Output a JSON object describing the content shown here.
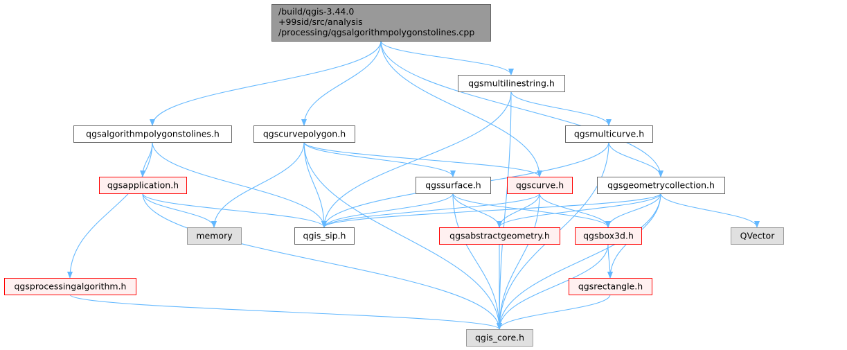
{
  "colors": {
    "edge": "#63b8ff",
    "root_fill": "#999999",
    "root_stroke": "#666666",
    "normal_fill": "#ffffff",
    "normal_stroke": "#666666",
    "red_fill": "#fff0f0",
    "red_stroke": "#ff0000",
    "gray_fill": "#e0e0e0",
    "gray_stroke": "#999999",
    "text": "#000000"
  },
  "nodes": [
    {
      "id": "root",
      "style": "root",
      "lines": [
        "/build/qgis-3.44.0",
        "+99sid/src/analysis",
        "/processing/qgsalgorithmpolygonstolines.cpp"
      ],
      "interactable": false
    },
    {
      "id": "qgsmultilinestring",
      "style": "normal",
      "lines": [
        "qgsmultilinestring.h"
      ],
      "interactable": true
    },
    {
      "id": "qgsalgorithmpolygonstolines",
      "style": "normal",
      "lines": [
        "qgsalgorithmpolygonstolines.h"
      ],
      "interactable": true
    },
    {
      "id": "qgscurvepolygon",
      "style": "normal",
      "lines": [
        "qgscurvepolygon.h"
      ],
      "interactable": true
    },
    {
      "id": "qgsmulticurve",
      "style": "normal",
      "lines": [
        "qgsmulticurve.h"
      ],
      "interactable": true
    },
    {
      "id": "qgsapplication",
      "style": "red",
      "lines": [
        "qgsapplication.h"
      ],
      "interactable": true
    },
    {
      "id": "qgssurface",
      "style": "normal",
      "lines": [
        "qgssurface.h"
      ],
      "interactable": true
    },
    {
      "id": "qgscurve",
      "style": "red",
      "lines": [
        "qgscurve.h"
      ],
      "interactable": true
    },
    {
      "id": "qgsgeometrycollection",
      "style": "normal",
      "lines": [
        "qgsgeometrycollection.h"
      ],
      "interactable": true
    },
    {
      "id": "memory",
      "style": "gray",
      "lines": [
        "memory"
      ],
      "interactable": false
    },
    {
      "id": "qgis_sip",
      "style": "normal",
      "lines": [
        "qgis_sip.h"
      ],
      "interactable": true
    },
    {
      "id": "qgsabstractgeometry",
      "style": "red",
      "lines": [
        "qgsabstractgeometry.h"
      ],
      "interactable": true
    },
    {
      "id": "qgsbox3d",
      "style": "red",
      "lines": [
        "qgsbox3d.h"
      ],
      "interactable": true
    },
    {
      "id": "QVector",
      "style": "gray",
      "lines": [
        "QVector"
      ],
      "interactable": false
    },
    {
      "id": "qgsprocessingalgorithm",
      "style": "red",
      "lines": [
        "qgsprocessingalgorithm.h"
      ],
      "interactable": true
    },
    {
      "id": "qgsrectangle",
      "style": "red",
      "lines": [
        "qgsrectangle.h"
      ],
      "interactable": true
    },
    {
      "id": "qgis_core",
      "style": "gray",
      "lines": [
        "qgis_core.h"
      ],
      "interactable": false
    }
  ],
  "edges": [
    [
      "root",
      "qgsalgorithmpolygonstolines"
    ],
    [
      "root",
      "qgscurvepolygon"
    ],
    [
      "root",
      "qgsmultilinestring"
    ],
    [
      "root",
      "qgscurve"
    ],
    [
      "root",
      "qgsgeometrycollection"
    ],
    [
      "qgsmultilinestring",
      "qgsmulticurve"
    ],
    [
      "qgsmultilinestring",
      "qgis_sip"
    ],
    [
      "qgsmultilinestring",
      "qgis_core"
    ],
    [
      "qgsalgorithmpolygonstolines",
      "qgsapplication"
    ],
    [
      "qgsalgorithmpolygonstolines",
      "qgsprocessingalgorithm"
    ],
    [
      "qgsalgorithmpolygonstolines",
      "qgis_sip"
    ],
    [
      "qgscurvepolygon",
      "qgssurface"
    ],
    [
      "qgscurvepolygon",
      "qgscurve"
    ],
    [
      "qgscurvepolygon",
      "memory"
    ],
    [
      "qgscurvepolygon",
      "qgis_sip"
    ],
    [
      "qgscurvepolygon",
      "qgis_core"
    ],
    [
      "qgsmulticurve",
      "qgsgeometrycollection"
    ],
    [
      "qgsmulticurve",
      "qgis_sip"
    ],
    [
      "qgsmulticurve",
      "qgis_core"
    ],
    [
      "qgsapplication",
      "memory"
    ],
    [
      "qgsapplication",
      "qgis_sip"
    ],
    [
      "qgsapplication",
      "qgis_core"
    ],
    [
      "qgssurface",
      "qgis_sip"
    ],
    [
      "qgssurface",
      "qgsabstractgeometry"
    ],
    [
      "qgssurface",
      "qgsbox3d"
    ],
    [
      "qgssurface",
      "qgis_core"
    ],
    [
      "qgscurve",
      "qgis_sip"
    ],
    [
      "qgscurve",
      "qgsabstractgeometry"
    ],
    [
      "qgscurve",
      "qgsbox3d"
    ],
    [
      "qgscurve",
      "qgis_core"
    ],
    [
      "qgsgeometrycollection",
      "qgis_sip"
    ],
    [
      "qgsgeometrycollection",
      "qgsabstractgeometry"
    ],
    [
      "qgsgeometrycollection",
      "qgsbox3d"
    ],
    [
      "qgsgeometrycollection",
      "QVector"
    ],
    [
      "qgsgeometrycollection",
      "qgsrectangle"
    ],
    [
      "qgsgeometrycollection",
      "qgis_core"
    ],
    [
      "qgsabstractgeometry",
      "qgis_core"
    ],
    [
      "qgsbox3d",
      "qgsrectangle"
    ],
    [
      "qgsbox3d",
      "qgis_core"
    ],
    [
      "qgsrectangle",
      "qgis_core"
    ],
    [
      "qgsprocessingalgorithm",
      "qgis_core"
    ]
  ]
}
